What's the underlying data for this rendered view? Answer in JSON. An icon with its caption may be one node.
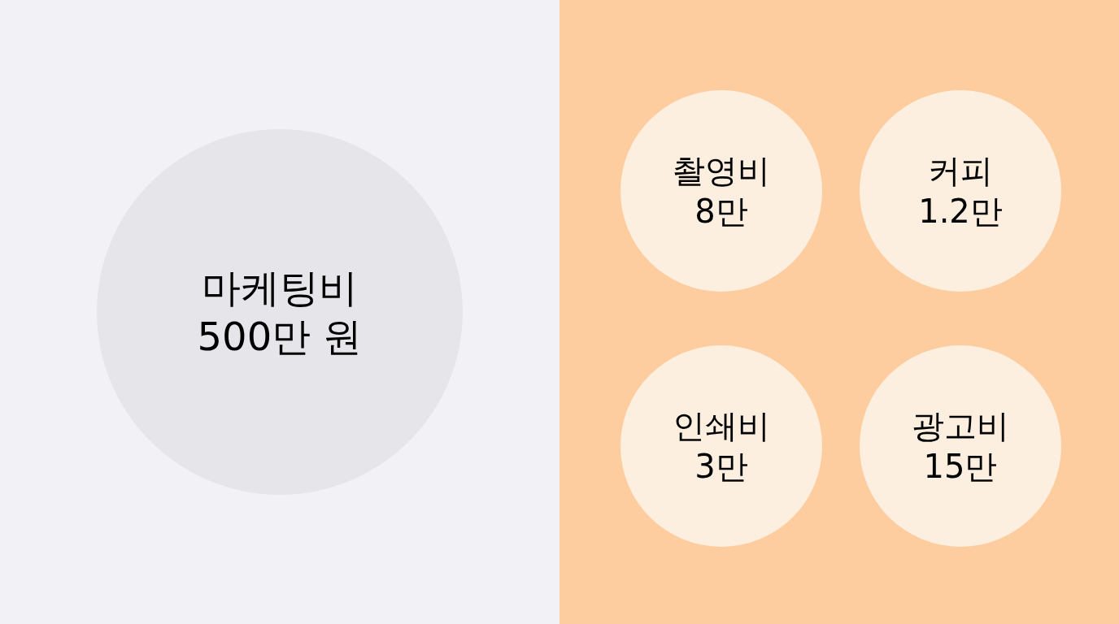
{
  "diagram": {
    "nodes": [
      {
        "text": [
          "마케팅비",
          "500만 원"
        ]
      },
      {
        "text": [
          "촬영비",
          "8만"
        ]
      },
      {
        "text": [
          "커피",
          "1.2만"
        ]
      },
      {
        "text": [
          "인쇄비",
          "3만"
        ]
      },
      {
        "text": [
          "광고비",
          "15만"
        ]
      }
    ]
  }
}
